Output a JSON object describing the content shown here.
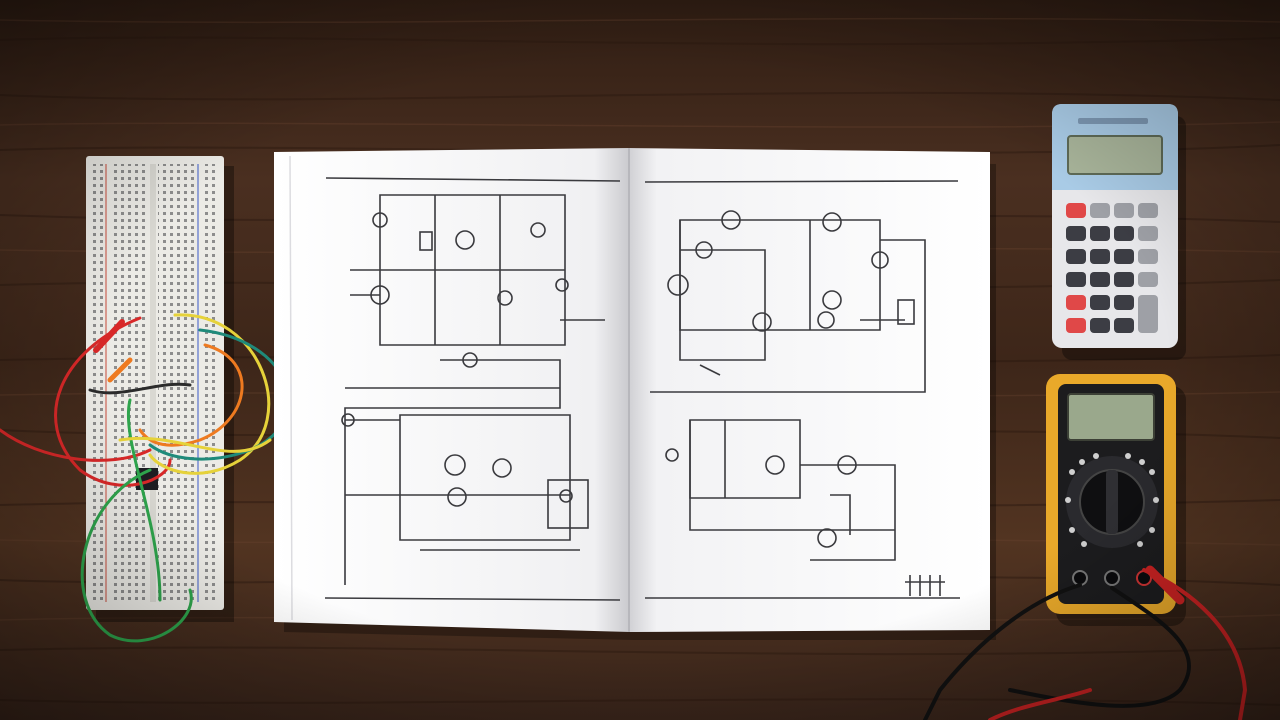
{
  "scene": {
    "description_free": true,
    "objects": [
      {
        "id": "breadboard",
        "icon": "breadboard-icon"
      },
      {
        "id": "schematic-book",
        "icon": "open-book-icon"
      },
      {
        "id": "calculator",
        "icon": "calculator-icon"
      },
      {
        "id": "multimeter",
        "icon": "multimeter-icon"
      }
    ],
    "colors": {
      "wood_dark": "#2e1c12",
      "wood_mid": "#4a2f20",
      "wood_light": "#5e3c28",
      "paper": "#f4f4f6",
      "ink": "#3a3a3e",
      "calc_body": "#e7e7ea",
      "calc_top": "#a9cbe6",
      "calc_screen": "#a8b49a",
      "multimeter_yellow": "#e9a92a",
      "multimeter_black": "#1c1c1e",
      "multimeter_screen": "#9aa88c",
      "wire_red": "#d82828",
      "wire_green": "#2ea44c",
      "wire_yellow": "#e6d23a",
      "wire_orange": "#ee7a20",
      "wire_teal": "#1f8a7a"
    }
  }
}
